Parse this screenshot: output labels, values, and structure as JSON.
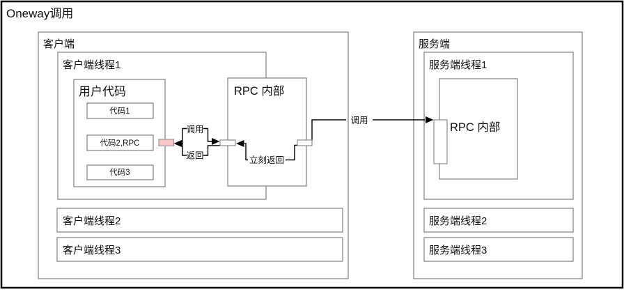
{
  "window": {
    "title": "Oneway调用"
  },
  "client": {
    "label": "客户端",
    "thread1": {
      "label": "客户端线程1",
      "user_code": {
        "label": "用户代码",
        "blocks": [
          "代码1",
          "代码2,RPC",
          "代码3"
        ]
      },
      "rpc": {
        "label": "RPC 内部"
      }
    },
    "thread2": {
      "label": "客户端线程2"
    },
    "thread3": {
      "label": "客户端线程3"
    }
  },
  "server": {
    "label": "服务端",
    "thread1": {
      "label": "服务端线程1",
      "rpc": {
        "label": "RPC 内部"
      }
    },
    "thread2": {
      "label": "服务端线程2"
    },
    "thread3": {
      "label": "服务端线程3"
    }
  },
  "connectors": {
    "call_label": "调用",
    "return_label": "返回",
    "immediate_return_label": "立刻返回",
    "remote_call_label": "调用"
  },
  "colors": {
    "box_border": "#808080",
    "window_border": "#000000",
    "connector": "#000000",
    "execution_fill": "#f9c6c6",
    "execution_border": "#8f8f8f",
    "port_fill": "#ffffff"
  }
}
